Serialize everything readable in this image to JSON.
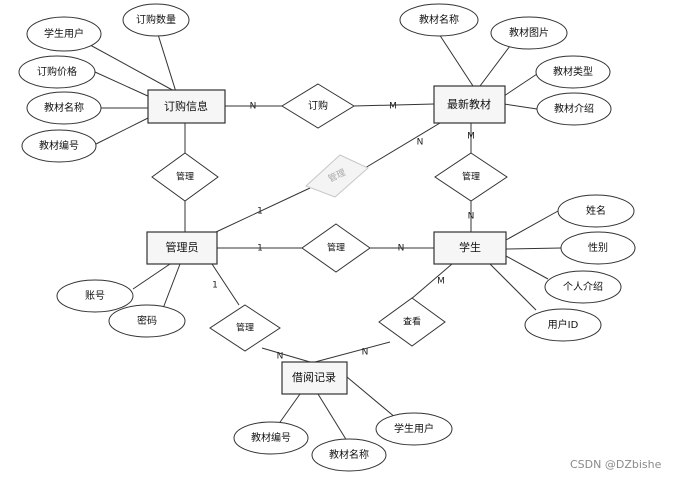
{
  "entities": {
    "order_info": "订购信息",
    "latest_textbook": "最新教材",
    "admin": "管理员",
    "student": "学生",
    "borrow_record": "借阅记录"
  },
  "relationships": {
    "order": "订购",
    "admin_order": "管理",
    "admin_textbook": "管理",
    "admin_student": "管理",
    "textbook_student": "管理",
    "admin_borrow": "管理",
    "student_borrow": "查看"
  },
  "attributes": {
    "order_info": [
      "学生用户",
      "订购数量",
      "订购价格",
      "教材名称",
      "教材编号"
    ],
    "latest_textbook": [
      "教材名称",
      "教材图片",
      "教材类型",
      "教材介绍"
    ],
    "student": [
      "姓名",
      "性别",
      "个人介绍",
      "用户ID"
    ],
    "admin": [
      "账号",
      "密码"
    ],
    "borrow_record": [
      "教材编号",
      "教材名称",
      "学生用户"
    ]
  },
  "cardinalities": {
    "order_n": "N",
    "order_m": "M",
    "admin_textbook_1": "1",
    "admin_textbook_n": "N",
    "admin_student_1": "1",
    "admin_student_n": "N",
    "textbook_student_m": "M",
    "textbook_student_n": "N",
    "admin_borrow_1": "1",
    "admin_borrow_n": "N",
    "student_borrow_m": "M",
    "student_borrow_n": "N"
  },
  "watermark": "CSDN @DZbishe"
}
